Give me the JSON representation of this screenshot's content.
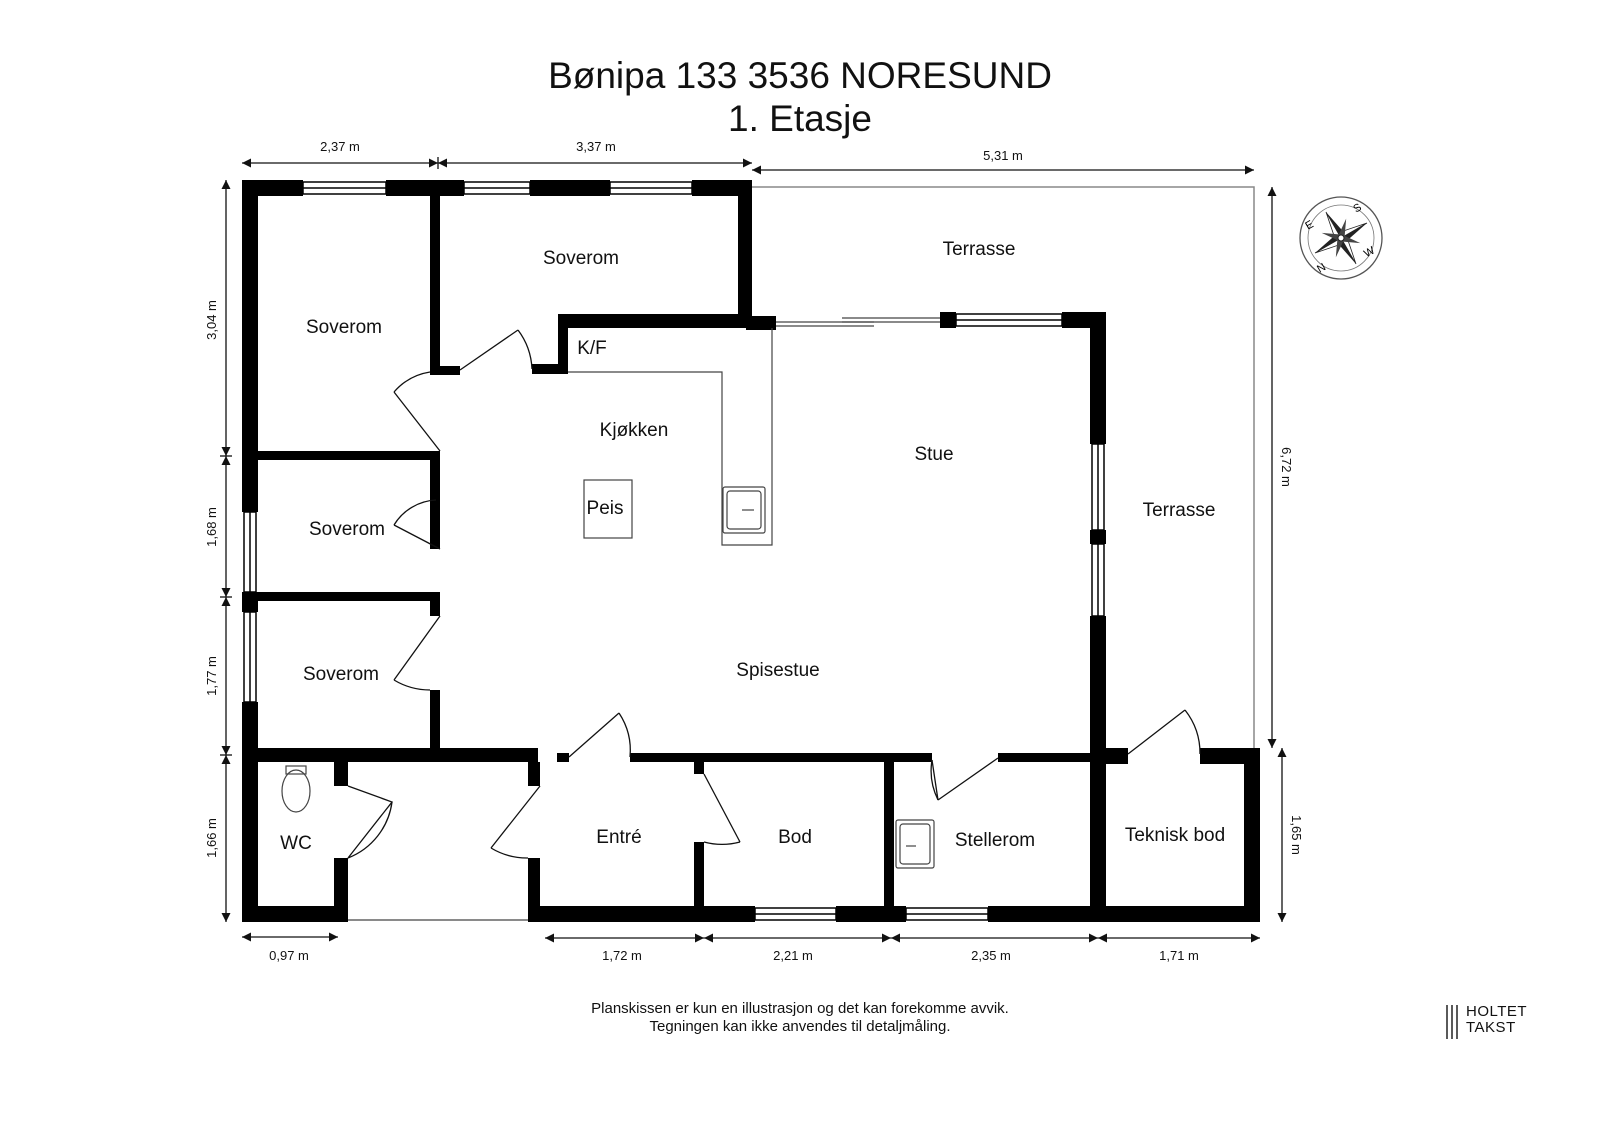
{
  "header": {
    "address": "Bønipa 133 3536 NORESUND",
    "floor": "1. Etasje"
  },
  "rooms": {
    "soverom_top": "Soverom",
    "soverom_left_top": "Soverom",
    "soverom_left_mid": "Soverom",
    "soverom_left_bottom": "Soverom",
    "kf": "K/F",
    "kjokken": "Kjøkken",
    "peis": "Peis",
    "stue": "Stue",
    "spisestue": "Spisestue",
    "wc": "WC",
    "entre": "Entré",
    "bod": "Bod",
    "stellerom": "Stellerom",
    "teknisk_bod": "Teknisk bod",
    "terrasse_top": "Terrasse",
    "terrasse_right": "Terrasse"
  },
  "dimensions": {
    "top_1": "2,37 m",
    "top_2": "3,37 m",
    "top_3": "5,31 m",
    "left_1": "3,04 m",
    "left_2": "1,68 m",
    "left_3": "1,77 m",
    "left_4": "1,66 m",
    "right_1": "6,72 m",
    "right_2": "1,65 m",
    "bottom_1": "0,97 m",
    "bottom_2": "1,72 m",
    "bottom_3": "2,21 m",
    "bottom_4": "2,35 m",
    "bottom_5": "1,71 m"
  },
  "compass": {
    "n": "N",
    "s": "S",
    "e": "E",
    "w": "W"
  },
  "footer": {
    "line1": "Planskissen er kun en illustrasjon og det kan forekomme avvik.",
    "line2": "Tegningen kan ikke anvendes til detaljmåling.",
    "logo_line1": "HOLTET",
    "logo_line2": "TAKST"
  }
}
